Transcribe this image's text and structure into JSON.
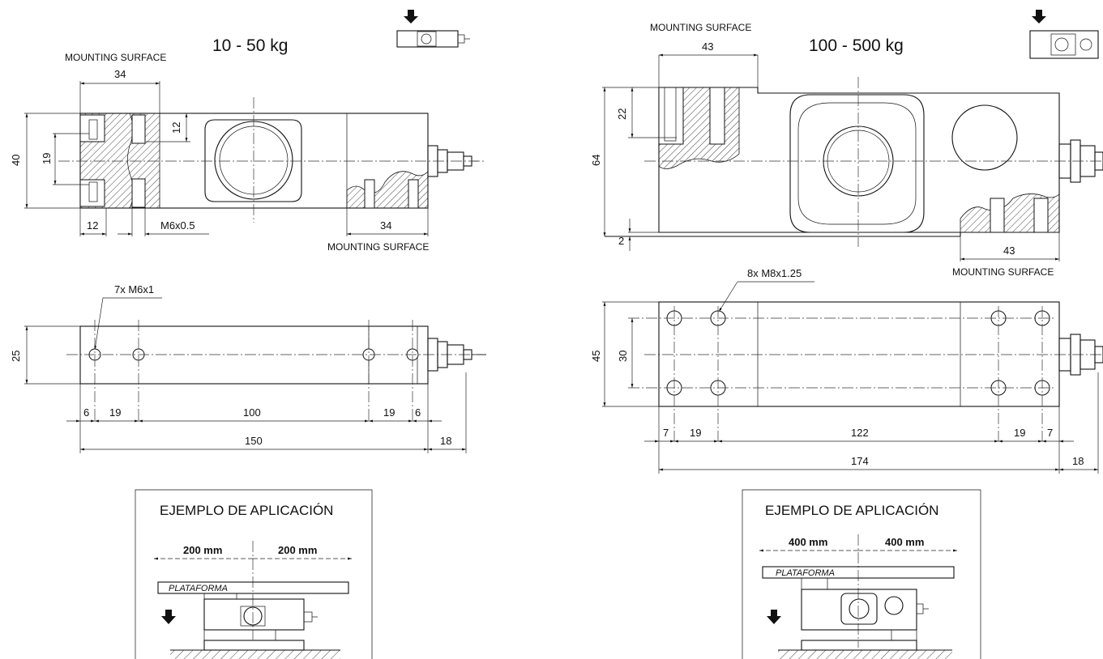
{
  "left": {
    "title": "10 - 50 kg",
    "mounting_surface": "MOUNTING SURFACE",
    "dims": {
      "top_width": "34",
      "height": "40",
      "inner_height": "19",
      "hole_depth": "12",
      "bottom_left": "12",
      "thread": "M6x0.5",
      "right_width": "34"
    },
    "holes_note": "7x M6x1",
    "bottom_dims": {
      "height": "25",
      "d1": "6",
      "d2": "19",
      "d3": "100",
      "d4": "19",
      "d5": "6",
      "total": "150",
      "cable": "18"
    },
    "example": {
      "title": "EJEMPLO DE APLICACIÓN",
      "dist_left": "200 mm",
      "dist_right": "200 mm",
      "platform": "PLATAFORMA"
    }
  },
  "right": {
    "title": "100 - 500 kg",
    "mounting_surface": "MOUNTING SURFACE",
    "dims": {
      "top_width": "43",
      "height": "64",
      "hole_depth": "22",
      "gap": "2",
      "right_width": "43"
    },
    "holes_note": "8x M8x1.25",
    "bottom_dims": {
      "height": "45",
      "inner": "30",
      "d1": "7",
      "d2": "19",
      "d3": "122",
      "d4": "19",
      "d5": "7",
      "total": "174",
      "cable": "18"
    },
    "example": {
      "title": "EJEMPLO DE APLICACIÓN",
      "dist_left": "400 mm",
      "dist_right": "400 mm",
      "platform": "PLATAFORMA"
    }
  }
}
